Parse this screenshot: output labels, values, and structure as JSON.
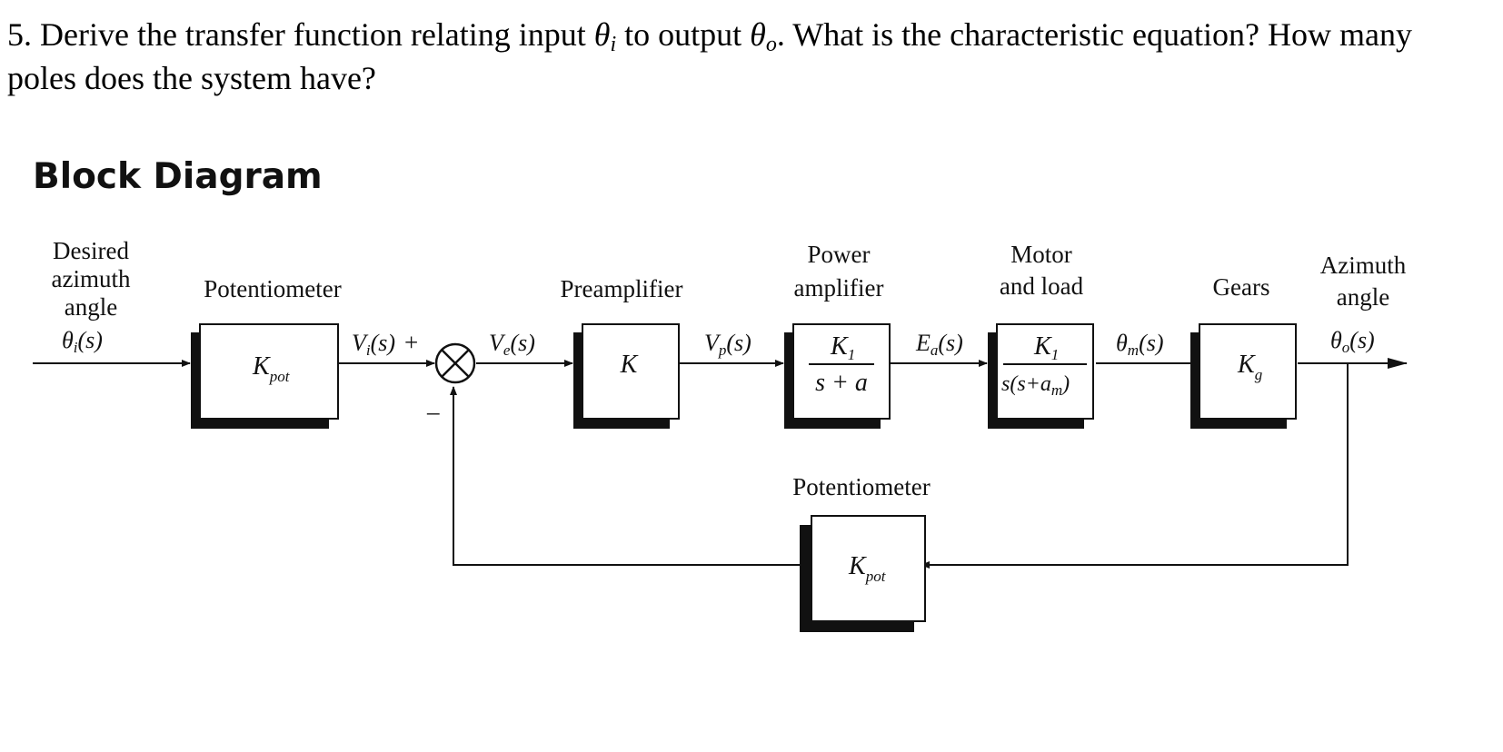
{
  "question": {
    "number": "5.",
    "part1": "Derive the transfer function relating input",
    "theta": "θ",
    "sub_i": "i",
    "part2": "to output",
    "sub_o": "o",
    "part3": ". What is the characteristic equation? How many poles does the system have?"
  },
  "heading": "Block Diagram",
  "diagram": {
    "input_label": [
      "Desired",
      "azimuth",
      "angle"
    ],
    "input_signal": {
      "main": "θ",
      "sub": "i",
      "tail": "(s)"
    },
    "output_label": [
      "Azimuth",
      "angle"
    ],
    "output_signal": {
      "main": "θ",
      "sub": "o",
      "tail": "(s)"
    },
    "blocks": {
      "pot_in": {
        "title": "Potentiometer",
        "gain_main": "K",
        "gain_sub": "pot"
      },
      "preamp": {
        "title": "Preamplifier",
        "gain": "K"
      },
      "power_amp": {
        "title": [
          "Power",
          "amplifier"
        ],
        "num": "K",
        "num_sub": "1",
        "den": "s + a"
      },
      "motor": {
        "title": [
          "Motor",
          "and load"
        ],
        "num": "K",
        "num_sub": "1",
        "den_pre": "s(s+a",
        "den_sub": "m",
        "den_post": ")"
      },
      "gears": {
        "title": "Gears",
        "gain_main": "K",
        "gain_sub": "g"
      },
      "pot_fb": {
        "title": "Potentiometer",
        "gain_main": "K",
        "gain_sub": "pot"
      }
    },
    "signals": {
      "vi": {
        "main": "V",
        "sub": "i",
        "tail": "(s)"
      },
      "plus": "+",
      "minus": "–",
      "ve": {
        "main": "V",
        "sub": "e",
        "tail": "(s)"
      },
      "vp": {
        "main": "V",
        "sub": "p",
        "tail": "(s)"
      },
      "ea": {
        "main": "E",
        "sub": "a",
        "tail": "(s)"
      },
      "thm": {
        "main": "θ",
        "sub": "m",
        "tail": "(s)"
      }
    }
  }
}
